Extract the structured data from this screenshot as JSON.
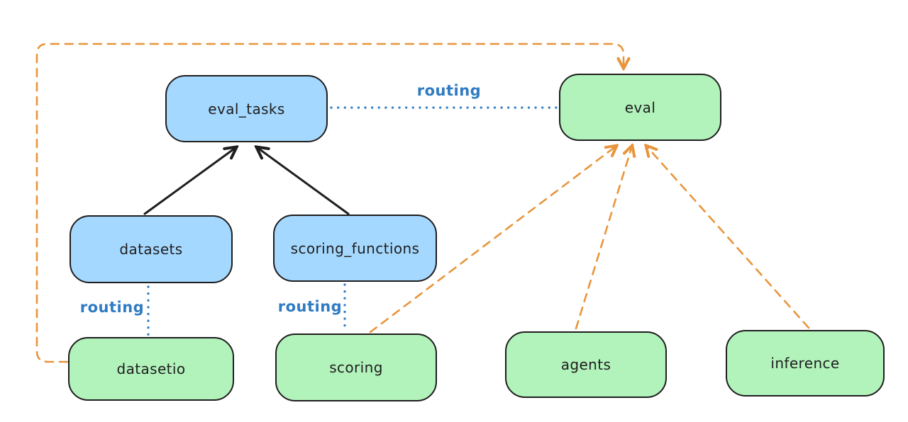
{
  "diagram": {
    "background_color": "#ffffff",
    "colors": {
      "api_box_fill_blue": "#a5d8ff",
      "provider_box_fill_green": "#b2f2bb",
      "box_stroke": "#1e1e1e",
      "routing_blue": "#2f7bc3",
      "provider_arrow_orange": "#e8953c"
    },
    "nodes": [
      {
        "id": "eval_tasks",
        "label": "eval_tasks",
        "fill": "blue"
      },
      {
        "id": "eval",
        "label": "eval",
        "fill": "green"
      },
      {
        "id": "datasets",
        "label": "datasets",
        "fill": "blue"
      },
      {
        "id": "scoring_functions",
        "label": "scoring_functions",
        "fill": "blue"
      },
      {
        "id": "datasetio",
        "label": "datasetio",
        "fill": "green"
      },
      {
        "id": "scoring",
        "label": "scoring",
        "fill": "green"
      },
      {
        "id": "agents",
        "label": "agents",
        "fill": "green"
      },
      {
        "id": "inference",
        "label": "inference",
        "fill": "green"
      }
    ],
    "edges": [
      {
        "from": "datasets",
        "to": "eval_tasks",
        "style": "solid-black-arrow",
        "label": ""
      },
      {
        "from": "scoring_functions",
        "to": "eval_tasks",
        "style": "solid-black-arrow",
        "label": ""
      },
      {
        "from": "eval_tasks",
        "to": "eval",
        "style": "dotted-blue",
        "label": "routing"
      },
      {
        "from": "datasets",
        "to": "datasetio",
        "style": "dotted-blue",
        "label": "routing"
      },
      {
        "from": "scoring_functions",
        "to": "scoring",
        "style": "dotted-blue",
        "label": "routing"
      },
      {
        "from": "datasetio",
        "to": "eval",
        "style": "dashed-orange-arrow",
        "label": ""
      },
      {
        "from": "scoring",
        "to": "eval",
        "style": "dashed-orange-arrow",
        "label": ""
      },
      {
        "from": "agents",
        "to": "eval",
        "style": "dashed-orange-arrow",
        "label": ""
      },
      {
        "from": "inference",
        "to": "eval",
        "style": "dashed-orange-arrow",
        "label": ""
      }
    ]
  }
}
